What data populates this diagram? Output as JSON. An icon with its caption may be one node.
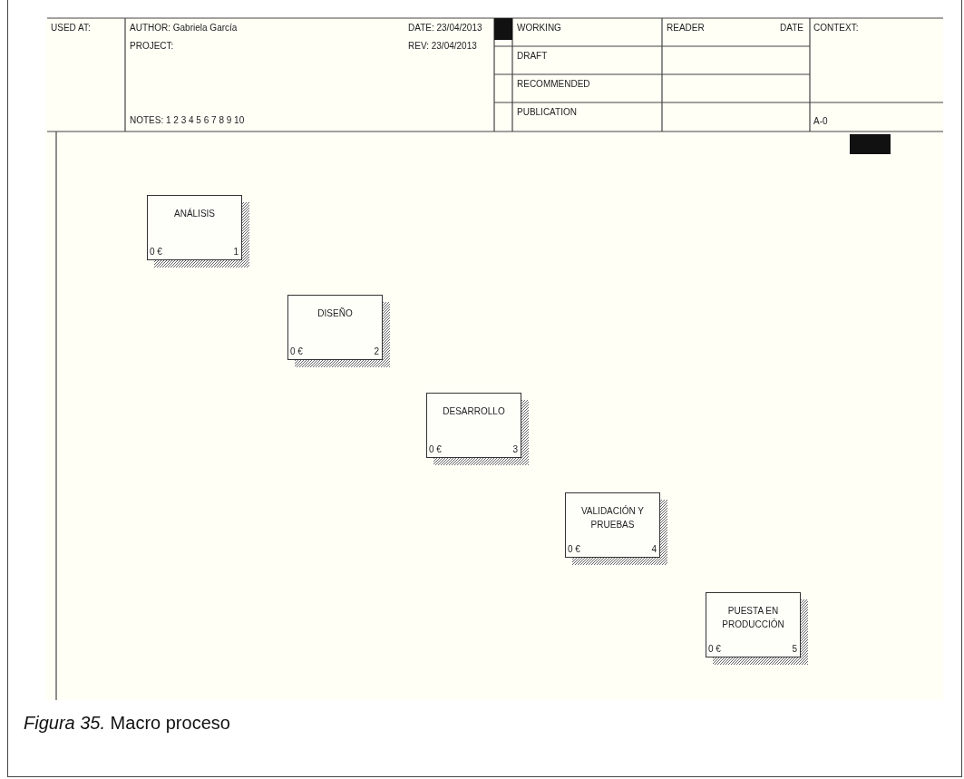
{
  "diagram": {
    "caption": "*Figura 35.* Macro proceso",
    "nodes": [
      {
        "text": [
          "ANÁLISIS",
          "0 €",
          "1"
        ]
      },
      {
        "text": [
          "DISEÑO",
          "0 €",
          "2"
        ]
      },
      {
        "text": [
          "DESARROLLO",
          "0 €",
          "3"
        ]
      },
      {
        "text": [
          "VALIDACIÓN Y PRUEBAS",
          "0 €",
          "4"
        ]
      },
      {
        "text": [
          "PUESTA EN PRODUCCIÓN",
          "0 €",
          "5"
        ]
      }
    ],
    "edges": [],
    "labels": [
      "USED AT:",
      "AUTHOR: Gabriela García",
      "DATE: 23/04/2013",
      "WORKING",
      "READER",
      "DATE",
      "CONTEXT:",
      "PROJECT:",
      "REV: 23/04/2013",
      "DRAFT",
      "RECOMMENDED",
      "PUBLICATION",
      "NOTES: 1 2 3 4 5 6 7 8 9 10",
      "A-0"
    ]
  }
}
